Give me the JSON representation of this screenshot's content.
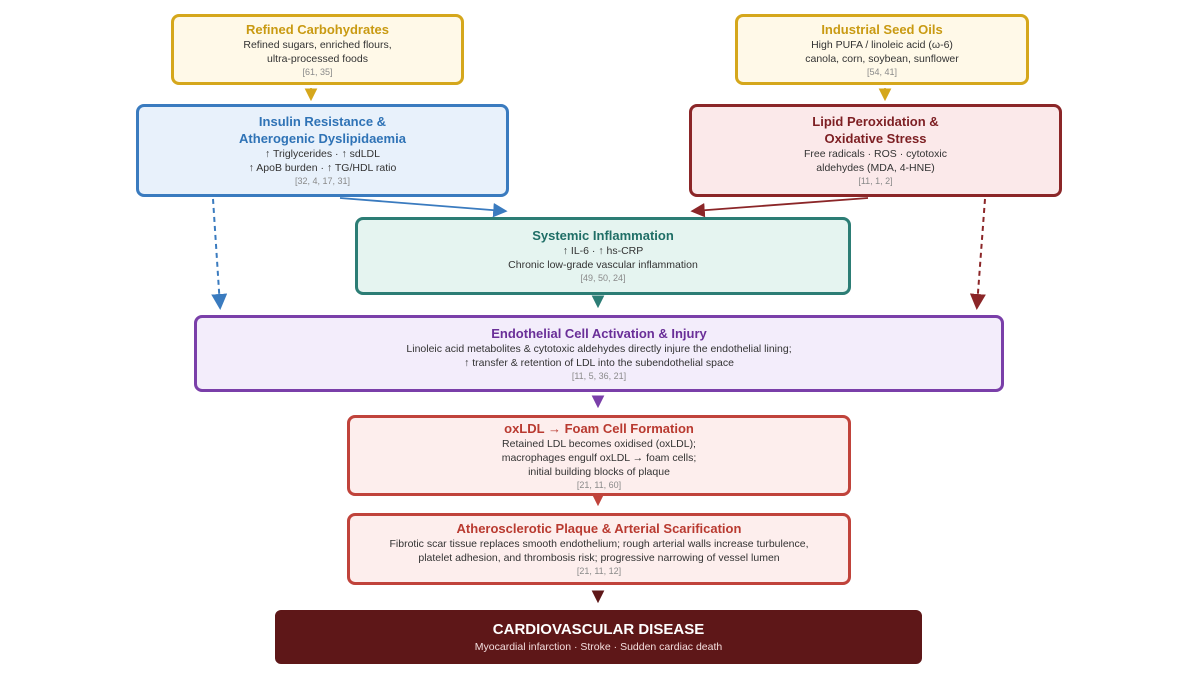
{
  "colors": {
    "gold": "#d5a71c",
    "blue": "#3a7bbf",
    "maroon": "#8b2628",
    "teal": "#2c7d75",
    "purple": "#7a3fa9",
    "red": "#c0433b",
    "dark_red": "#5e1718"
  },
  "refined_carbs": {
    "title": "Refined Carbohydrates",
    "line1": "Refined sugars, enriched flours,",
    "line2": "ultra-processed foods",
    "refs": "[61, 35]"
  },
  "seed_oils": {
    "title": "Industrial Seed Oils",
    "line1": "High PUFA / linoleic acid (ω-6)",
    "line2": "canola, corn, soybean, sunflower",
    "refs": "[54, 41]"
  },
  "insulin": {
    "title1": "Insulin Resistance &",
    "title2": "Atherogenic Dyslipidaemia",
    "line1": "↑ Triglycerides · ↑ sdLDL",
    "line2": "↑ ApoB burden · ↑ TG/HDL ratio",
    "refs": "[32, 4, 17, 31]"
  },
  "lipid": {
    "title1": "Lipid Peroxidation &",
    "title2": "Oxidative Stress",
    "line1": "Free radicals · ROS · cytotoxic",
    "line2": "aldehydes (MDA, 4-HNE)",
    "refs": "[11, 1, 2]"
  },
  "inflammation": {
    "title": "Systemic Inflammation",
    "line1": "↑ IL-6 · ↑ hs-CRP",
    "line2": "Chronic low-grade vascular inflammation",
    "refs": "[49, 50, 24]"
  },
  "endothelial": {
    "title": "Endothelial Cell Activation & Injury",
    "line1": "Linoleic acid metabolites & cytotoxic aldehydes directly injure the endothelial lining;",
    "line2": "↑ transfer & retention of LDL into the subendothelial space",
    "refs": "[11, 5, 36, 21]"
  },
  "foam": {
    "title": "oxLDL → Foam Cell Formation",
    "line1": "Retained LDL becomes oxidised (oxLDL);",
    "line2": "macrophages engulf oxLDL → foam cells;",
    "line3": "initial building blocks of plaque",
    "refs": "[21, 11, 60]"
  },
  "plaque": {
    "title": "Atherosclerotic Plaque & Arterial Scarification",
    "line1": "Fibrotic scar tissue replaces smooth endothelium; rough arterial walls increase turbulence,",
    "line2": "platelet adhesion, and thrombosis risk; progressive narrowing of vessel lumen",
    "refs": "[21, 11, 12]"
  },
  "cvd": {
    "title": "CARDIOVASCULAR DISEASE",
    "line1": "Myocardial infarction · Stroke · Sudden cardiac death"
  }
}
